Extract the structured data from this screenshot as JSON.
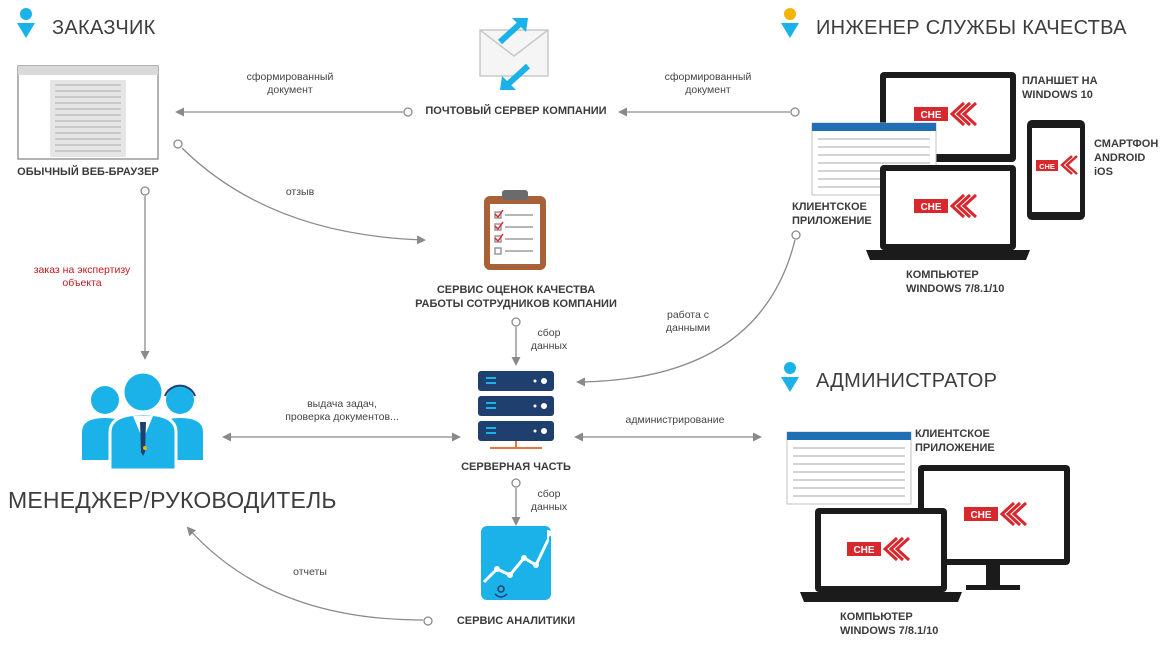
{
  "roles": {
    "customer": "ЗАКАЗЧИК",
    "engineer": "ИНЖЕНЕР СЛУЖБЫ КАЧЕСТВА",
    "admin": "АДМИНИСТРАТОР",
    "manager": "МЕНЕДЖЕР/РУКОВОДИТЕЛЬ"
  },
  "nodes": {
    "browser": "ОБЫЧНЫЙ ВЕБ-БРАУЗЕР",
    "mail": "ПОЧТОВЫЙ СЕРВЕР КОМПАНИИ",
    "quality": "СЕРВИС ОЦЕНОК КАЧЕСТВА\nРАБОТЫ СОТРУДНИКОВ КОМПАНИИ",
    "server": "СЕРВЕРНАЯ ЧАСТЬ",
    "analytics": "СЕРВИС АНАЛИТИКИ"
  },
  "devices": {
    "tablet": "ПЛАНШЕТ НА\nWINDOWS 10",
    "smartphone": "СМАРТФОН\nANDROID\niOS",
    "client_app_eng": "КЛИЕНТСКОЕ\nПРИЛОЖЕНИЕ",
    "computer_eng": "КОМПЬЮТЕР\nWINDOWS 7/8.1/10",
    "client_app_admin": "КЛИЕНТСКОЕ\nПРИЛОЖЕНИЕ",
    "computer_admin": "КОМПЬЮТЕР\nWINDOWS 7/8.1/10",
    "brand": "CHE"
  },
  "edges": {
    "doc_left": "сформированный\nдокумент",
    "doc_right": "сформированный\nдокумент",
    "feedback": "отзыв",
    "order": "заказ на экспертизу\nобъекта",
    "collect1": "сбор\nданных",
    "collect2": "сбор\nданных",
    "data_work": "работа с\nданными",
    "tasks": "выдача задач,\nпроверка документов...",
    "administration": "администрирование",
    "reports": "отчеты"
  },
  "colors": {
    "accent": "#1ab2e8",
    "brand_red": "#d8272d",
    "server": "#1f3f6e",
    "arrow": "#8a8a8a"
  }
}
